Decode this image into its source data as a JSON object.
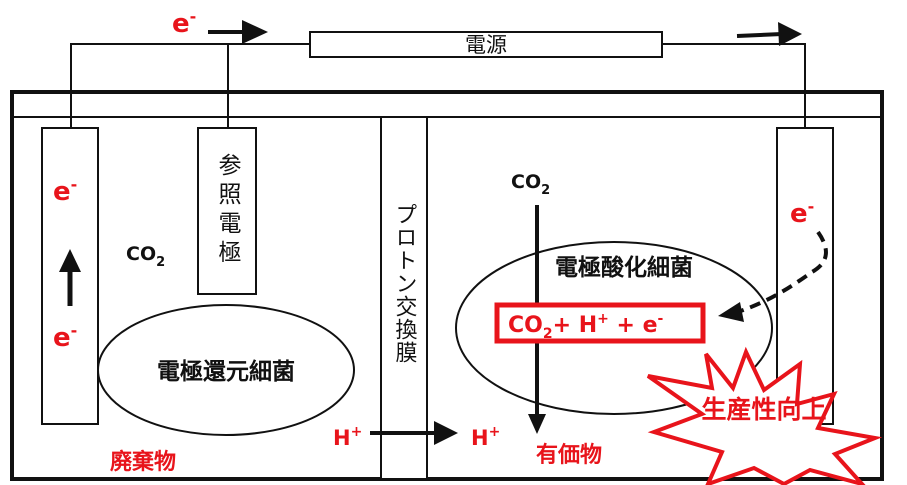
{
  "power_source": {
    "label": "電源"
  },
  "electrons": {
    "top_left": "e",
    "left_electrode_top": "e",
    "left_electrode_bottom": "e",
    "right_electrode": "e",
    "superscript": "-"
  },
  "reference_electrode": {
    "label": "参照電極"
  },
  "proton_exchange_membrane": {
    "label": "プロトン交換膜"
  },
  "left_chamber": {
    "co2": {
      "base": "CO",
      "sub": "2"
    },
    "bacteria_label": "電極還元細菌",
    "waste_label": "廃棄物"
  },
  "right_chamber": {
    "co2": {
      "base": "CO",
      "sub": "2"
    },
    "bacteria_label": "電極酸化細菌",
    "reaction": {
      "co": "CO",
      "sub": "2",
      "plus_h": "+ H",
      "h_sup": "+",
      "plus_e": " + e",
      "e_sup": "-"
    },
    "product_label": "有価物"
  },
  "proton_transfer": {
    "left": "H",
    "right": "H",
    "sup": "+"
  },
  "callout": {
    "label": "生産性向上"
  },
  "colors": {
    "accent": "#e8141b",
    "line": "#111111"
  }
}
